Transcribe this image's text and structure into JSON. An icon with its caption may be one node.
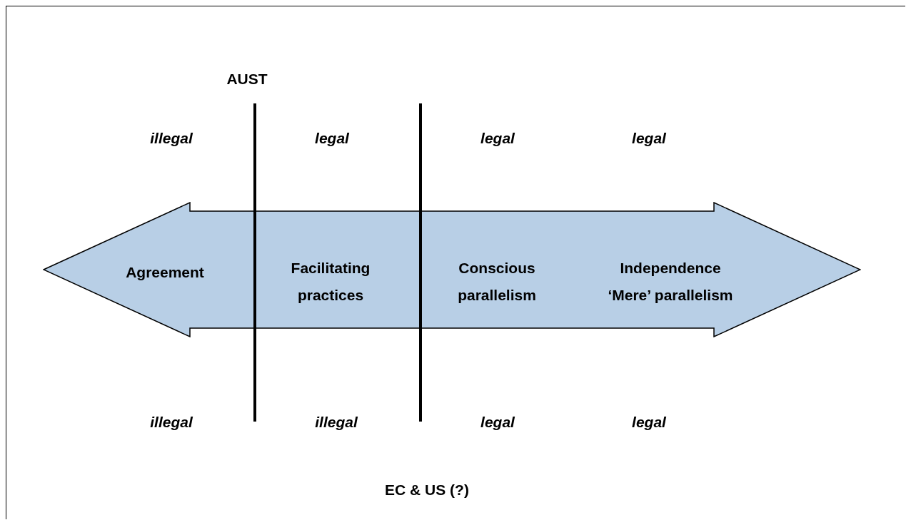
{
  "diagram": {
    "nodes": [
      {
        "text": [
          "Agreement",
          "Facilitating practices",
          "Conscious parallelism",
          "Independence ‘Mere’ parallelism"
        ]
      }
    ],
    "labels": [
      "AUST",
      "illegal",
      "legal",
      "legal",
      "legal",
      "illegal",
      "illegal",
      "legal",
      "legal",
      "EC & US (?)"
    ]
  }
}
